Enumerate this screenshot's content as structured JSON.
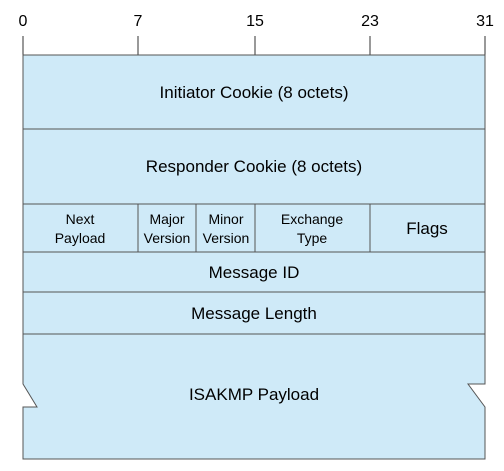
{
  "colors": {
    "fill": "#cfeaf8",
    "stroke": "#555555",
    "tick": "#333333"
  },
  "bit_labels": [
    "0",
    "7",
    "15",
    "23",
    "31"
  ],
  "rows": {
    "initiator_cookie": "Initiator Cookie (8 octets)",
    "responder_cookie": "Responder Cookie (8 octets)",
    "next_payload": [
      "Next",
      "Payload"
    ],
    "major_version": [
      "Major",
      "Version"
    ],
    "minor_version": [
      "Minor",
      "Version"
    ],
    "exchange_type": [
      "Exchange",
      "Type"
    ],
    "flags": "Flags",
    "message_id": "Message ID",
    "message_length": "Message Length",
    "isakmp_payload": "ISAKMP Payload"
  }
}
